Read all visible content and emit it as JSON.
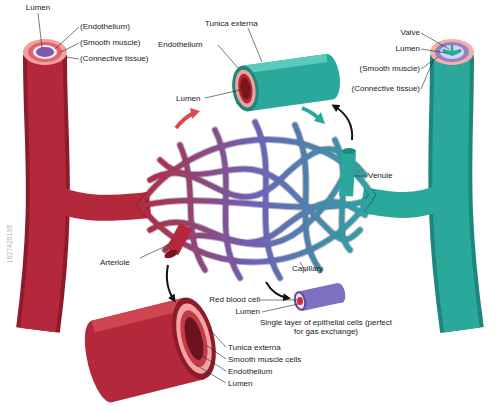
{
  "diagram": {
    "labels": [
      "Lumen",
      "(Endothelium)",
      "(Smooth muscle)",
      "(Connective tissue)",
      "Tunica externa",
      "Endothelium",
      "Lumen",
      "Valve",
      "Lumen",
      "(Smooth muscle)",
      "(Connective tissue)",
      "Venule",
      "Arteriole",
      "Capillary",
      "Red blood cell",
      "Lumen",
      "Single layer of epithelial cells (perfect for gas exchange)",
      "Tunica externa",
      "Smooth muscle cells",
      "Endothelium",
      "Lumen",
      "1627425195"
    ]
  }
}
